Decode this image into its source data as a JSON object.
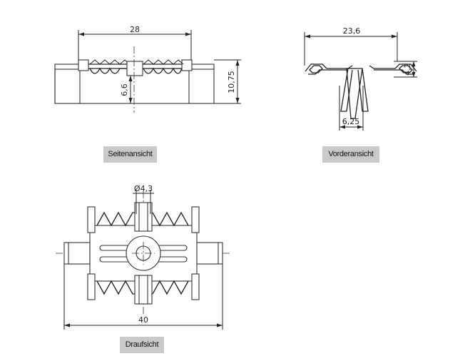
{
  "labels": {
    "side_view": "Seitenansicht",
    "front_view": "Vorderansicht",
    "top_view": "Draufsicht"
  },
  "dimensions": {
    "side_width": "28",
    "side_height": "10,75",
    "side_depth": "6,6",
    "front_width": "23,6",
    "front_height": "4,2",
    "front_leg": "6,25",
    "top_diameter": "Ø4,3",
    "top_length": "40"
  }
}
